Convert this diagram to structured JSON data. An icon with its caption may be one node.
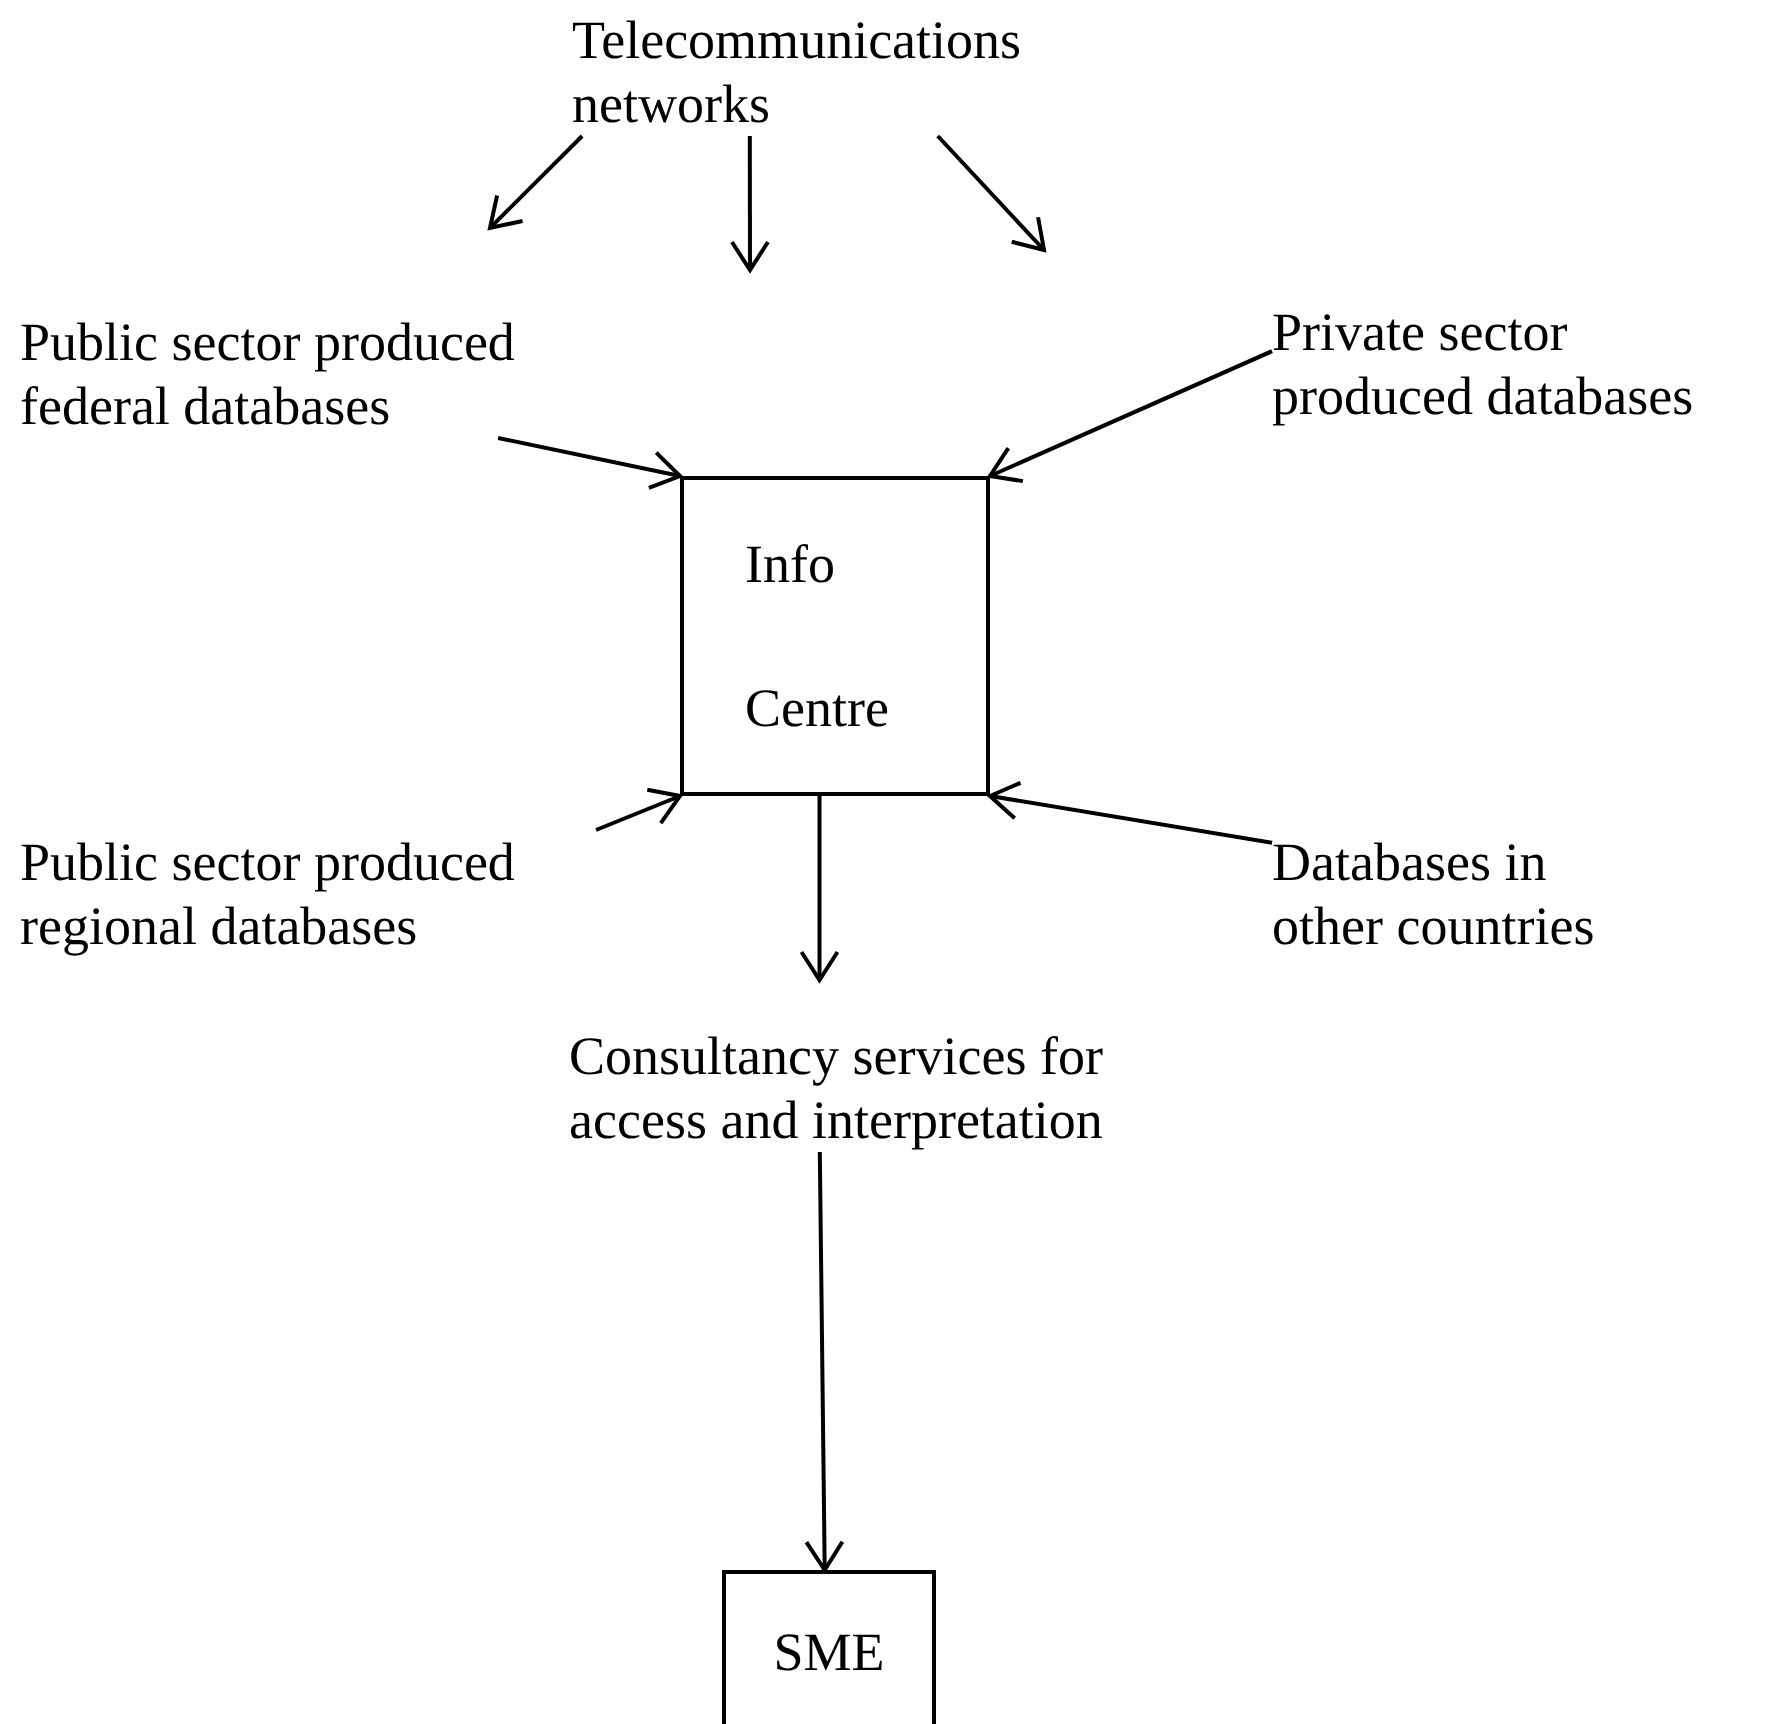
{
  "diagram": {
    "nodes": [
      {
        "text": [
          "Telecommunications networks"
        ]
      },
      {
        "text": [
          "Public sector produced federal databases"
        ]
      },
      {
        "text": [
          "Private sector produced databases"
        ]
      },
      {
        "text": [
          "Info Centre"
        ]
      },
      {
        "text": [
          "Public sector produced regional databases"
        ]
      },
      {
        "text": [
          "Databases in other countries"
        ]
      },
      {
        "text": [
          "Consultancy services for access and interpretation"
        ]
      },
      {
        "text": [
          "SME"
        ]
      }
    ],
    "edges": [
      {
        "from": 0,
        "to": null,
        "arrow": "to"
      },
      {
        "from": 0,
        "to": null,
        "arrow": "to"
      },
      {
        "from": 0,
        "to": null,
        "arrow": "to"
      },
      {
        "from": 1,
        "to": 3,
        "arrow": "to"
      },
      {
        "from": 2,
        "to": 3,
        "arrow": "to"
      },
      {
        "from": 4,
        "to": 3,
        "arrow": "to"
      },
      {
        "from": 5,
        "to": 3,
        "arrow": "to"
      },
      {
        "from": 3,
        "to": 6,
        "arrow": "to"
      },
      {
        "from": 6,
        "to": 7,
        "arrow": "to"
      }
    ]
  }
}
